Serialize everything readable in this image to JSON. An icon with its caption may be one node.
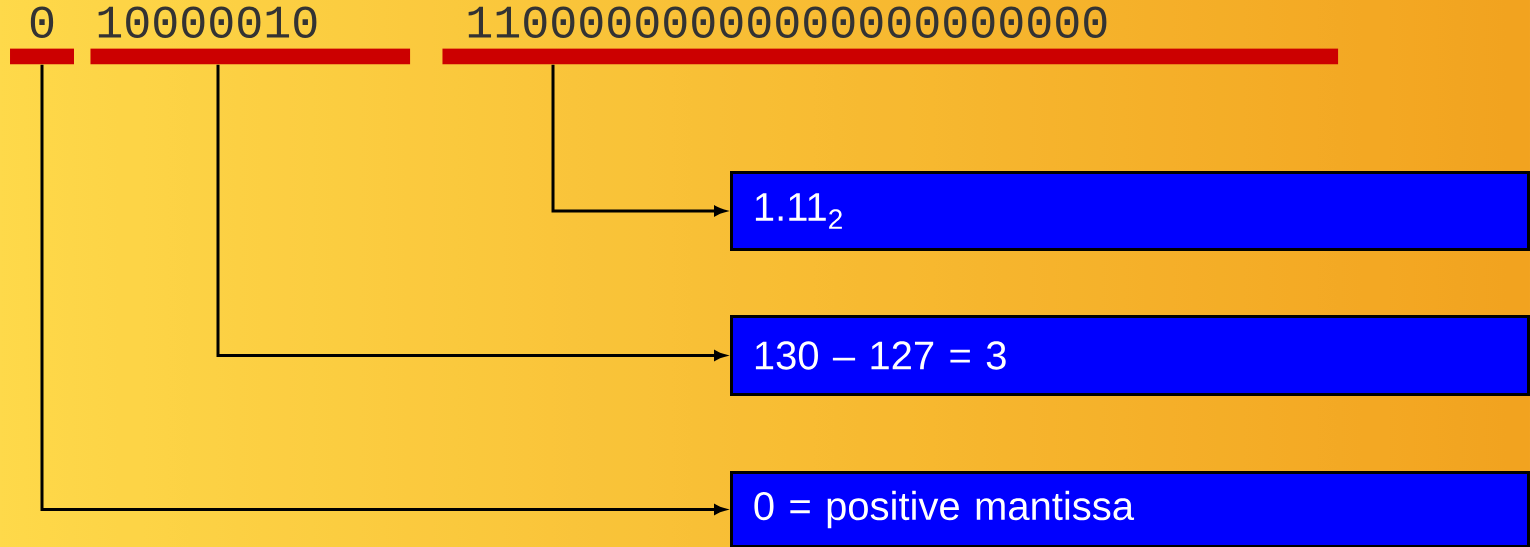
{
  "diagram": {
    "nodes": [
      {
        "text": [
          "0"
        ]
      },
      {
        "text": [
          "10000010"
        ]
      },
      {
        "text": [
          "11000000000000000000000"
        ]
      },
      {
        "text": [
          "1.11$_{2}$"
        ]
      },
      {
        "text": [
          "130 – 127 = 3"
        ]
      },
      {
        "text": [
          "0 = positive mantissa"
        ]
      }
    ],
    "edges": [
      {
        "from": 2,
        "to": 3,
        "arrow": "to"
      },
      {
        "from": 1,
        "to": 4,
        "arrow": "to"
      },
      {
        "from": 0,
        "to": 5,
        "arrow": "to"
      }
    ]
  }
}
